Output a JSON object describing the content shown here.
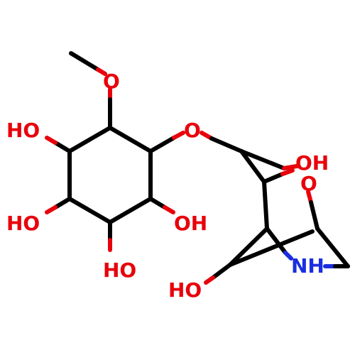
{
  "atoms": {
    "methoxy_o": "O",
    "glyco_o": "O",
    "oh_left_top": "HO",
    "oh_left_mid": "HO",
    "oh_bottom": "HO",
    "oh_right": "OH",
    "oh_cage_top": "OH",
    "ring_o": "O",
    "nh": "NH",
    "oh_cage_bottom": "HO"
  },
  "colors": {
    "carbon": "#000000",
    "oxygen": "#e8000b",
    "nitrogen": "#1a2ee0"
  }
}
